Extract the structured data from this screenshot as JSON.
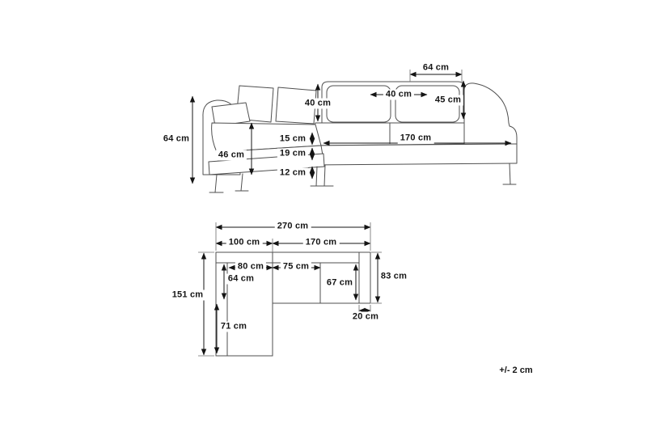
{
  "diagram": {
    "tolerance_note": "+/- 2 cm"
  },
  "front_view": {
    "dims": {
      "overall_height": "64 cm",
      "seat_height": "46 cm",
      "back_cushion_height": "40 cm",
      "seat_cushion_thickness": "15 cm",
      "frame_height": "19 cm",
      "leg_clearance": "12 cm",
      "armrest_top_width": "64 cm",
      "back_cushion_width": "40 cm",
      "armrest_height": "45 cm",
      "seat_length": "170 cm"
    }
  },
  "plan_view": {
    "dims": {
      "overall_width": "270 cm",
      "chaise_width": "100 cm",
      "sofa_section_width": "170 cm",
      "chaise_seat_width": "80 cm",
      "seat_cushion_width": "75 cm",
      "chaise_seat_depth": "64 cm",
      "seat_depth": "67 cm",
      "overall_depth": "83 cm",
      "chaise_length": "151 cm",
      "chaise_extension_length": "71 cm",
      "armrest_width": "20 cm"
    }
  }
}
